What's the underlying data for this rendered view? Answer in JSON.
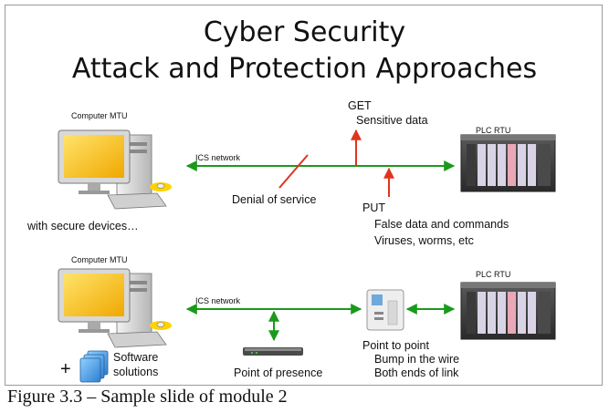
{
  "title_line1": "Cyber Security",
  "title_line2": "Attack and Protection Approaches",
  "top": {
    "computer_label": "Computer MTU",
    "plc_label": "PLC RTU",
    "network_label": "ICS network",
    "get_title": "GET",
    "get_sub": "Sensitive data",
    "dos_label": "Denial of service",
    "put_title": "PUT",
    "put_line1": "False data and commands",
    "put_line2": "Viruses, worms, etc",
    "secure_label": "with secure devices…"
  },
  "bottom": {
    "computer_label": "Computer MTU",
    "plc_label": "PLC RTU",
    "network_label": "ICS network",
    "plus_label": "+",
    "software_line1": "Software",
    "software_line2": "solutions",
    "pop_label": "Point of presence",
    "ptp_title": "Point to point",
    "ptp_line1": "Bump in the wire",
    "ptp_line2": "Both ends of link"
  },
  "caption": "Figure 3.3 – Sample slide of module 2",
  "colors": {
    "network_line": "#1a9a1a",
    "attack_arrow": "#e0341c",
    "screen": "#f7c21a",
    "plc_module": "#d9d3e6"
  }
}
